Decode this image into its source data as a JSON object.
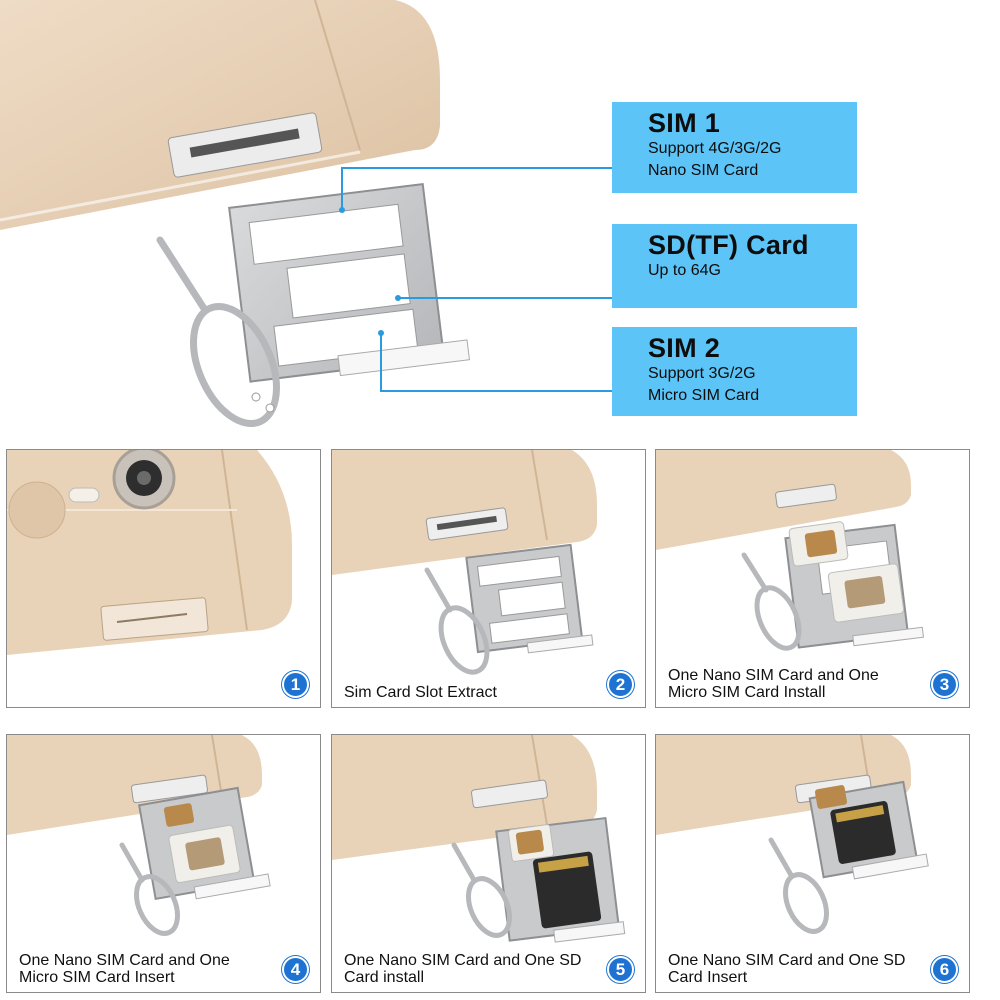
{
  "callouts": [
    {
      "title": "SIM 1",
      "lines": [
        "Support 4G/3G/2G",
        "Nano SIM Card"
      ]
    },
    {
      "title": "SD(TF) Card",
      "lines": [
        "Up to 64G"
      ]
    },
    {
      "title": "SIM 2",
      "lines": [
        "Support 3G/2G",
        "Micro SIM Card"
      ]
    }
  ],
  "steps": [
    {
      "number": "1",
      "caption": ""
    },
    {
      "number": "2",
      "caption": "Sim Card Slot Extract"
    },
    {
      "number": "3",
      "caption": "One Nano SIM Card and One Micro SIM Card Install"
    },
    {
      "number": "4",
      "caption": "One Nano SIM Card and One Micro SIM Card Insert"
    },
    {
      "number": "5",
      "caption": "One Nano SIM Card and One SD Card install"
    },
    {
      "number": "6",
      "caption": "One Nano SIM Card and One SD Card Insert"
    }
  ],
  "colors": {
    "callout_bg": "#5cc4f6",
    "leader_line": "#2a9be0",
    "badge": "#1e73d2",
    "phone_gold": "#e9d3b8"
  }
}
